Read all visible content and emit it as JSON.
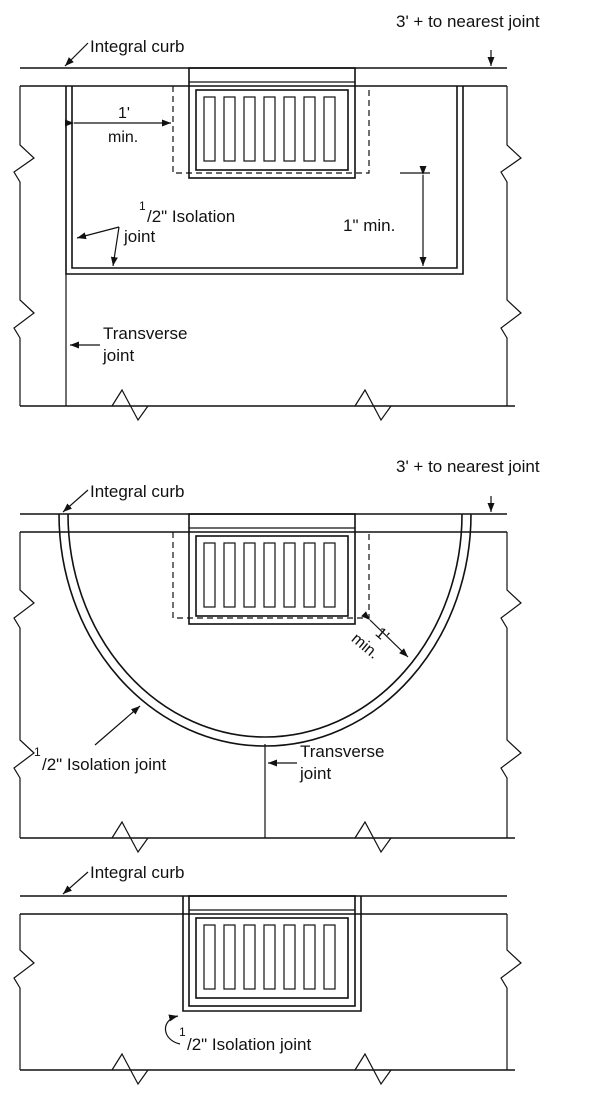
{
  "panel1": {
    "integral_curb": "Integral curb",
    "nearest_joint": "3' + to nearest joint",
    "min_1ft_a": "1'",
    "min_1ft_b": "min.",
    "isolation_sup": "1",
    "isolation_sub": "/2\" Isolation",
    "isolation_word": "joint",
    "one_inch_min": "1\" min.",
    "transverse_a": "Transverse",
    "transverse_b": "joint"
  },
  "panel2": {
    "integral_curb": "Integral curb",
    "nearest_joint": "3' + to nearest joint",
    "min_1ft_a": "1'",
    "min_1ft_b": "min.",
    "isolation_sup": "1",
    "isolation_rest": "/2\" Isolation joint",
    "transverse_a": "Transverse",
    "transverse_b": "joint"
  },
  "panel3": {
    "integral_curb": "Integral curb",
    "isolation_sup": "1",
    "isolation_rest": "/2\" Isolation joint"
  }
}
